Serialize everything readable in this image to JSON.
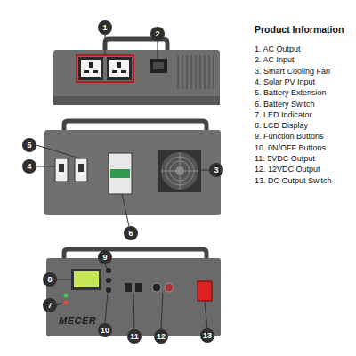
{
  "diagram": {
    "title": "Product Information",
    "labels": [
      "1",
      "2",
      "5",
      "4",
      "3",
      "6",
      "9",
      "8",
      "7",
      "10",
      "11",
      "12",
      "13",
      "MECER",
      "1. AC Output",
      "2. AC Input",
      "3. Smart Cooling Fan",
      "4. Solar PV Input",
      "5. Battery Extension",
      "6. Battery Switch",
      "7. LED Indicator",
      "8. LCD Display",
      "9. Function Buttons",
      "10. 0N/OFF Buttons",
      "11. 5VDC Output",
      "12. 12VDC Output",
      "13. DC Output Switch"
    ]
  }
}
